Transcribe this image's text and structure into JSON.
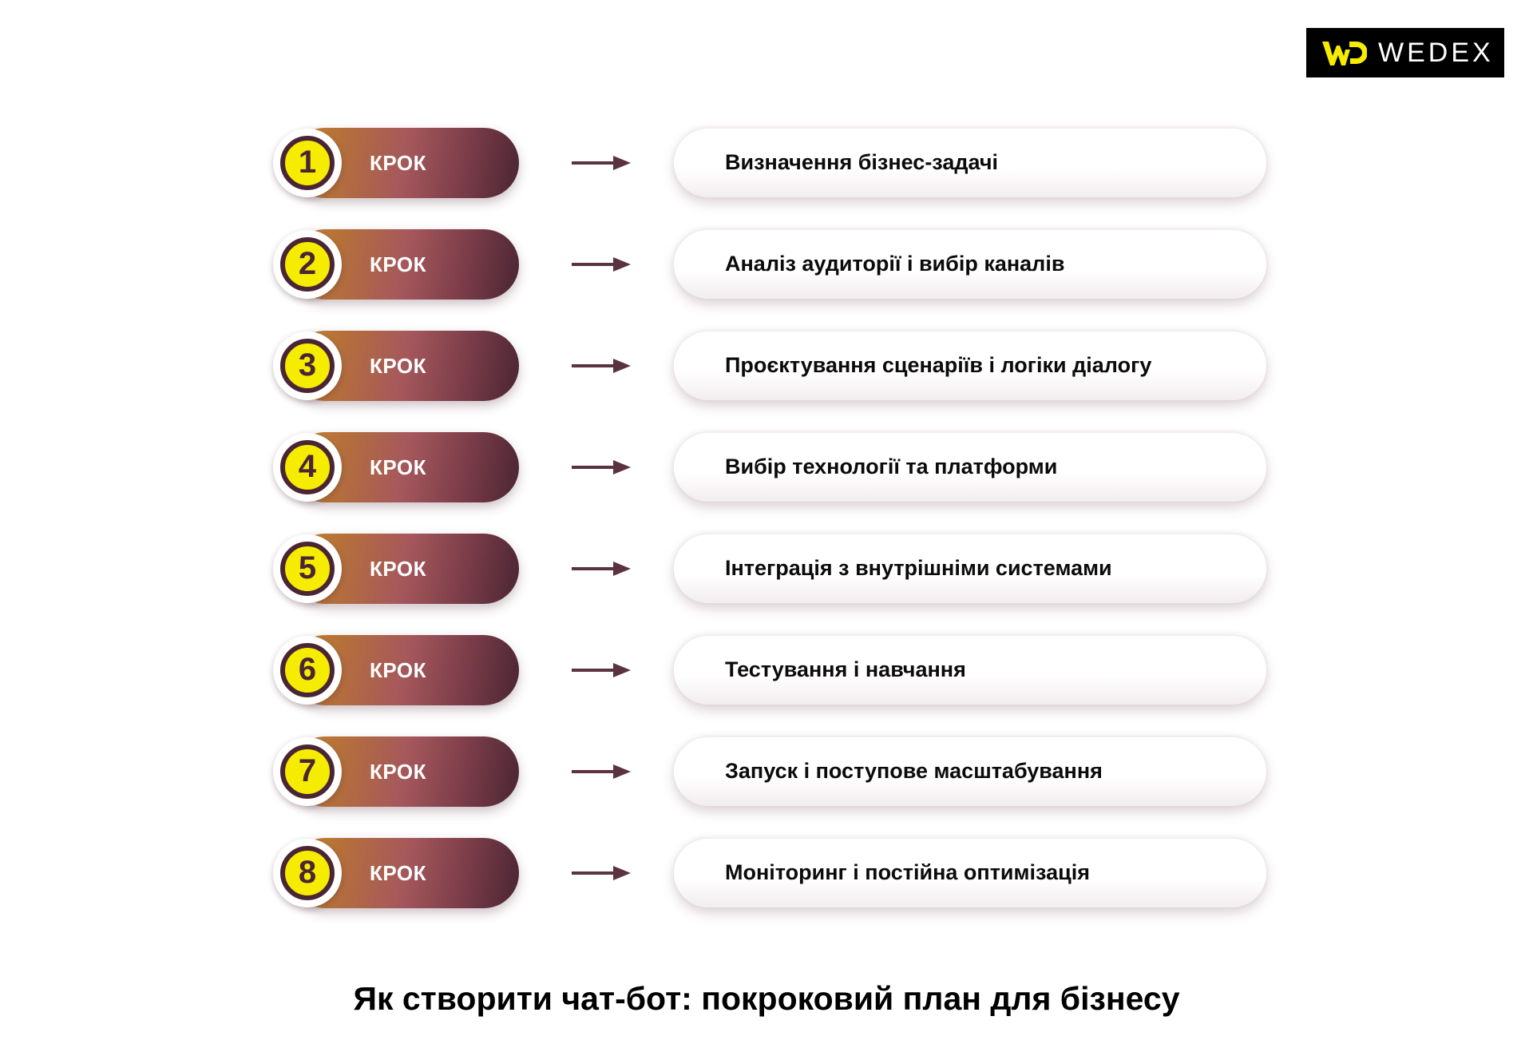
{
  "brand": {
    "logo_mark_icon": "wedex-w-o-monogram-icon",
    "logo_text": "WEDEX",
    "logo_bg_color": "#000000",
    "logo_mark_color": "#f5ec00",
    "logo_text_color": "#ffffff"
  },
  "colors": {
    "pill_gradient_start": "#c8882c",
    "pill_gradient_mid": "#a5585c",
    "pill_gradient_end": "#4a2533",
    "badge_fill": "#f5ec00",
    "badge_ring": "#4a2535",
    "badge_outer_ring": "#ffffff",
    "arrow_color": "#5b3240",
    "label_bg": "#ffffff",
    "label_text": "#0b0b0b",
    "title_text": "#000000"
  },
  "arrow_icon": "arrow-right-icon",
  "steps": [
    {
      "number": "1",
      "word": "КРОК",
      "label": "Визначення бізнес-задачі"
    },
    {
      "number": "2",
      "word": "КРОК",
      "label": "Аналіз аудиторії і вибір каналів"
    },
    {
      "number": "3",
      "word": "КРОК",
      "label": "Проєктування сценаріїв і логіки діалогу"
    },
    {
      "number": "4",
      "word": "КРОК",
      "label": "Вибір технології та платформи"
    },
    {
      "number": "5",
      "word": "КРОК",
      "label": "Інтеграція з внутрішніми системами"
    },
    {
      "number": "6",
      "word": "КРОК",
      "label": "Тестування і навчання"
    },
    {
      "number": "7",
      "word": "КРОК",
      "label": "Запуск і поступове масштабування"
    },
    {
      "number": "8",
      "word": "КРОК",
      "label": "Моніторинг і постійна оптимізація"
    }
  ],
  "footer": {
    "title": "Як створити чат-бот: покроковий план для бізнесу"
  }
}
